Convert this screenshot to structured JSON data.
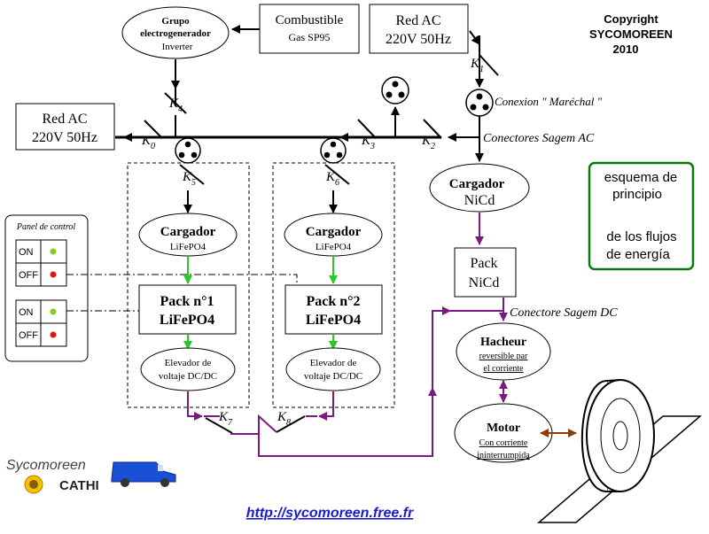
{
  "copyright": {
    "line1": "Copyright",
    "line2": "SYCOMOREEN",
    "line3": "2010"
  },
  "grupo": {
    "line1": "Grupo",
    "line2": "electrogenerador",
    "line3": "Inverter"
  },
  "combustible": {
    "line1": "Combustible",
    "line2": "Gas SP95"
  },
  "red_ac_top": {
    "line1": "Red AC",
    "line2": "220V 50Hz"
  },
  "red_ac_left": {
    "line1": "Red AC",
    "line2": "220V 50Hz"
  },
  "switches": {
    "k0": "K",
    "k0_sub": "0",
    "k1": "K",
    "k1_sub": "1",
    "k2": "K",
    "k2_sub": "2",
    "k3": "K",
    "k3_sub": "3",
    "k4": "K",
    "k4_sub": "4",
    "k5": "K",
    "k5_sub": "5",
    "k6": "K",
    "k6_sub": "6",
    "k7": "K",
    "k7_sub": "7",
    "k8": "K",
    "k8_sub": "8"
  },
  "labels": {
    "conexion_marechal": "Conexion \" Maréchal \"",
    "conectores_sagem_ac": "Conectores Sagem AC",
    "conectore_sagem_dc": "Conectore Sagem DC"
  },
  "cargador_nicd": {
    "line1": "Cargador",
    "line2": "NiCd"
  },
  "pack_nicd": {
    "line1": "Pack",
    "line2": "NiCd"
  },
  "cargador_1": {
    "line1": "Cargador",
    "line2": "LiFePO4"
  },
  "cargador_2": {
    "line1": "Cargador",
    "line2": "LiFePO4"
  },
  "pack_1": {
    "line1": "Pack n°1",
    "line2": "LiFePO4"
  },
  "pack_2": {
    "line1": "Pack n°2",
    "line2": "LiFePO4"
  },
  "elevador_1": {
    "line1": "Elevador de",
    "line2": "voltaje DC/DC"
  },
  "elevador_2": {
    "line1": "Elevador de",
    "line2": "voltaje DC/DC"
  },
  "hacheur": {
    "line1": "Hacheur",
    "line2": "reversible par",
    "line3": "el corriente"
  },
  "motor": {
    "line1": "Motor",
    "line2": "Con corriente",
    "line3": "ininterrumpida"
  },
  "panel": {
    "title": "Panel de control",
    "on": "ON",
    "off": "OFF"
  },
  "esquema": {
    "line1": "esquema de",
    "line2": "principio",
    "line3": "de los flujos",
    "line4": "de energía"
  },
  "logo": {
    "name": "Sycomoreen",
    "cathi": "CATHI"
  },
  "url": "http://sycomoreen.free.fr",
  "colors": {
    "dc_line": "#7a1a80",
    "charge_line": "#22cc22",
    "on_led": "#88cc22",
    "off_led": "#ee1111",
    "url": "#1a1acc",
    "esquema_border": "#0a7a0a",
    "motor_link": "#8b3a0a",
    "van": "#1a4fd8"
  }
}
